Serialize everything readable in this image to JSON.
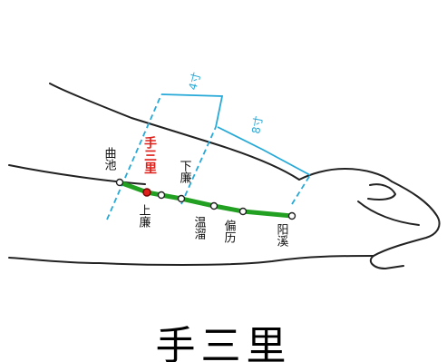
{
  "caption": "手三里",
  "colors": {
    "outline": "#222222",
    "meridian": "#22a022",
    "highlight": "#e0201a",
    "measure": "#27a9d8"
  },
  "points": {
    "quchi": "曲池",
    "shousanli": "手三里",
    "shanglian": "上廉",
    "xialian": "下廉",
    "wenliu": "温溜",
    "pianli": "偏历",
    "yangxi": "阳溪"
  },
  "measurements": {
    "upper": "4寸",
    "lower": "8寸"
  }
}
